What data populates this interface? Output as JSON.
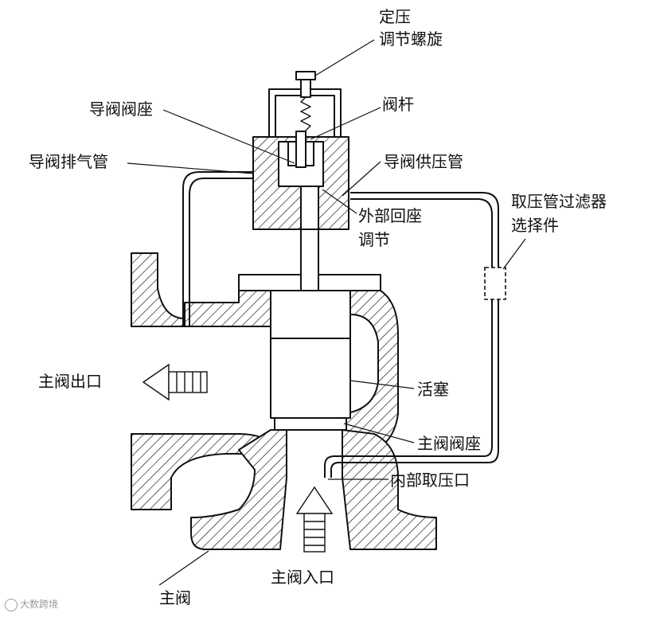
{
  "labels": {
    "set_pressure_screw_line1": "定压",
    "set_pressure_screw_line2": "调节螺旋",
    "pilot_valve_seat": "导阀阀座",
    "valve_stem": "阀杆",
    "pilot_exhaust_pipe": "导阀排气管",
    "pilot_supply_pipe": "导阀供压管",
    "external_blowdown_line1": "外部回座",
    "external_blowdown_line2": "调节",
    "filter_option_line1": "取压管过滤器",
    "filter_option_line2": "选择件",
    "main_valve_outlet": "主阀出口",
    "piston": "活塞",
    "main_valve_seat": "主阀阀座",
    "internal_pressure_tap": "内部取压口",
    "main_valve_inlet": "主阀入口",
    "main_valve": "主阀"
  },
  "watermark": "大数跨境"
}
